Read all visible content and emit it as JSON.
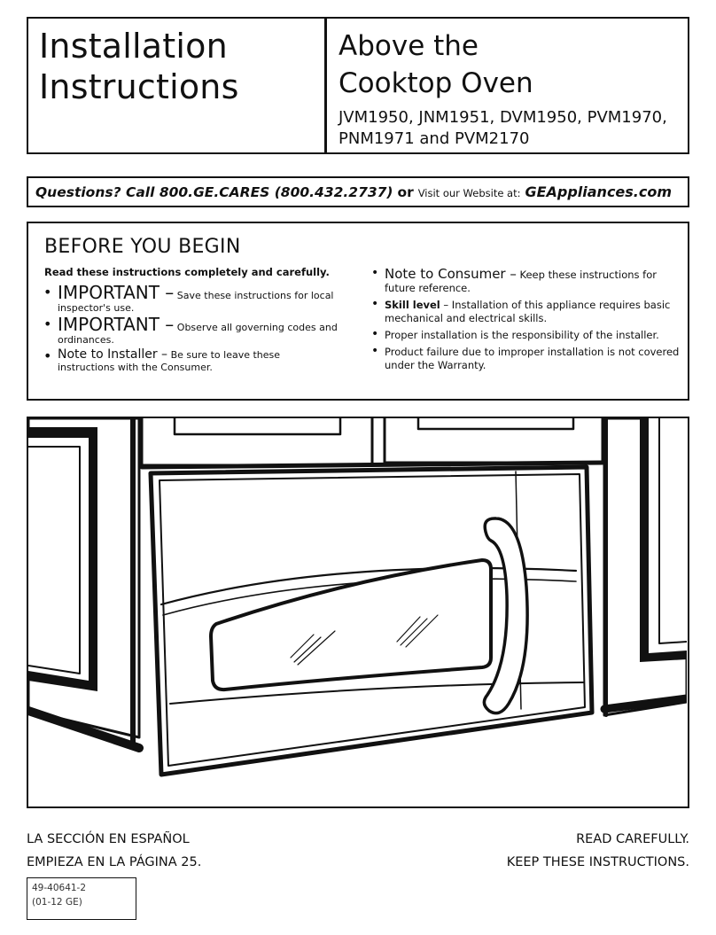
{
  "header": {
    "title_line1": "Installation",
    "title_line2": "Instructions",
    "product_line1": "Above the",
    "product_line2": "Cooktop Oven",
    "models_line1": "JVM1950, JNM1951, DVM1950, PVM1970,",
    "models_line2": "PNM1971 and PVM2170"
  },
  "questions": {
    "call": "Questions? Call 800.GE.CARES (800.432.2737)",
    "or": "or",
    "visit": "Visit our Website at:",
    "site": "GEAppliances.com"
  },
  "before_you_begin": {
    "heading": "BEFORE YOU BEGIN",
    "lead": "Read these instructions completely and carefully.",
    "left": [
      {
        "label": "IMPORTANT –",
        "text": "Save these instructions for local inspector's use."
      },
      {
        "label": "IMPORTANT –",
        "text": "Observe all governing codes and ordinances."
      },
      {
        "label": "Note to Installer –",
        "text": "Be sure to leave these instructions with the Consumer."
      }
    ],
    "right": [
      {
        "label": "Note to Consumer –",
        "text": "Keep these instructions for future reference."
      },
      {
        "label": "Skill level",
        "text": "– Installation of this appliance requires basic mechanical and electrical skills."
      },
      {
        "label": "",
        "text": "Proper installation is the responsibility of the installer."
      },
      {
        "label": "",
        "text": "Product failure due to improper installation is not covered under the Warranty."
      }
    ]
  },
  "footer": {
    "spanish_line1": "LA SECCIÓN EN ESPAÑOL",
    "spanish_line2": "EMPIEZA EN LA PÁGINA 25.",
    "read_line1": "READ CAREFULLY.",
    "read_line2": "KEEP THESE INSTRUCTIONS.",
    "doc_number": "49-40641-2",
    "doc_date": "(01-12  GE)"
  }
}
